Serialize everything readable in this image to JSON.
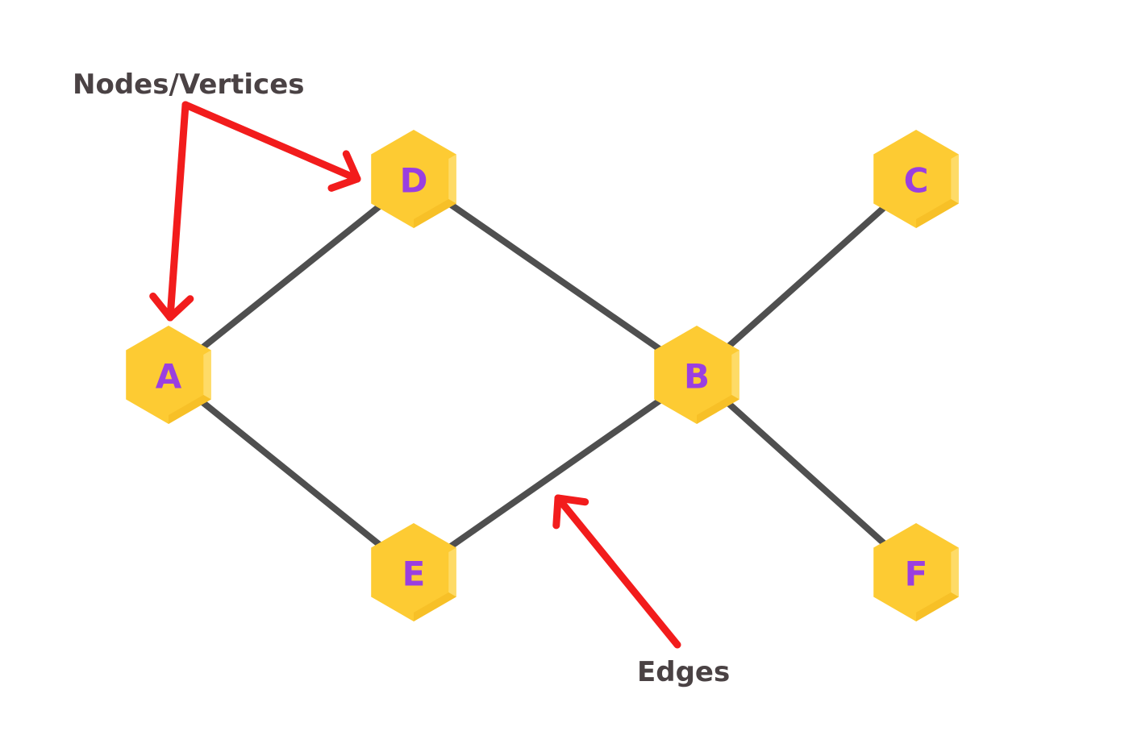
{
  "colors": {
    "background": "#ffffff",
    "edge": "#4f4f4f",
    "node_fill": "#fdcb33",
    "node_facet_light": "#fde07a",
    "node_facet_dark": "#f4bb22",
    "node_label": "#9a3fe0",
    "arrow": "#f21c1c",
    "annotation_text": "#4a4244"
  },
  "annotations": {
    "nodes_label": "Nodes/Vertices",
    "edges_label": "Edges"
  },
  "nodes": [
    {
      "id": "A",
      "label": "A"
    },
    {
      "id": "B",
      "label": "B"
    },
    {
      "id": "C",
      "label": "C"
    },
    {
      "id": "D",
      "label": "D"
    },
    {
      "id": "E",
      "label": "E"
    },
    {
      "id": "F",
      "label": "F"
    }
  ],
  "edges": [
    {
      "from": "A",
      "to": "D"
    },
    {
      "from": "A",
      "to": "E"
    },
    {
      "from": "D",
      "to": "B"
    },
    {
      "from": "E",
      "to": "B"
    },
    {
      "from": "B",
      "to": "C"
    },
    {
      "from": "B",
      "to": "F"
    }
  ]
}
